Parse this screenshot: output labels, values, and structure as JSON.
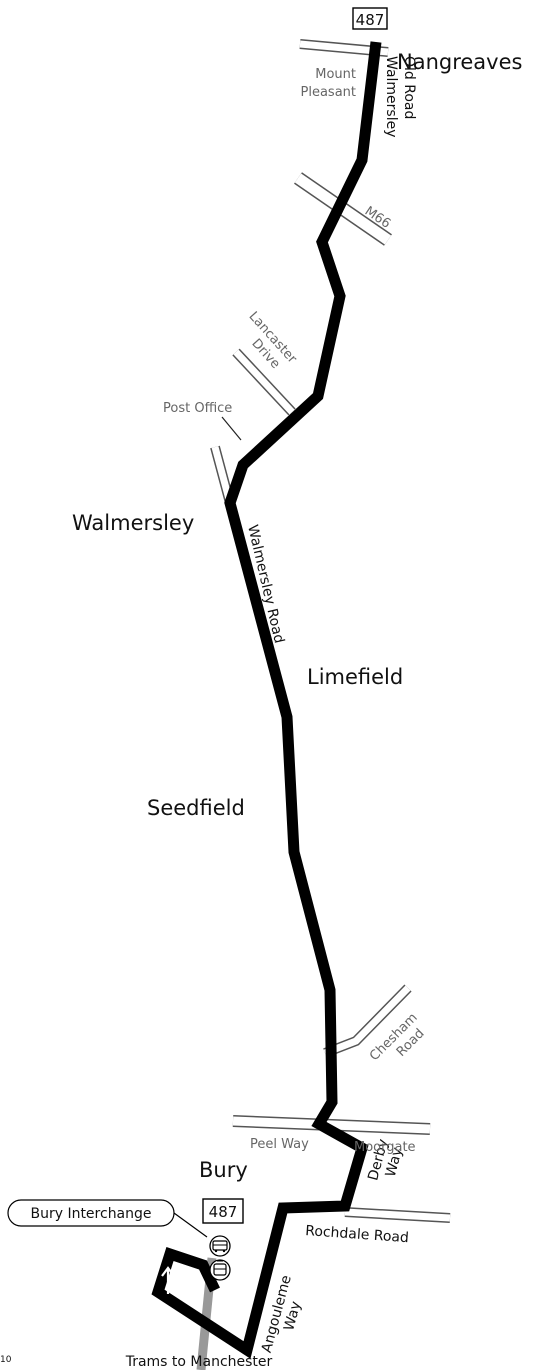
{
  "route_number": "487",
  "places": {
    "nangreaves": "Nangreaves",
    "walmersley": "Walmersley",
    "limefield": "Limefield",
    "seedfield": "Seedfield",
    "bury": "Bury"
  },
  "roads": {
    "walmersley_old_road_1": "Walmersley",
    "walmersley_old_road_2": "Old Road",
    "walmersley_road": "Walmersley Road",
    "derby_way_1": "Derby",
    "derby_way_2": "Way",
    "rochdale_road": "Rochdale Road",
    "angouleme_way_1": "Angouleme",
    "angouleme_way_2": "Way"
  },
  "minor_roads": {
    "mount_pleasant_1": "Mount",
    "mount_pleasant_2": "Pleasant",
    "m66": "M66",
    "lancaster_drive_1": "Lancaster",
    "lancaster_drive_2": "Drive",
    "post_office": "Post Office",
    "chesham_road_1": "Chesham",
    "chesham_road_2": "Road",
    "peel_way": "Peel Way",
    "moorgate": "Moorgate"
  },
  "stops": {
    "bury_interchange": "Bury Interchange",
    "trams": "Trams to Manchester"
  },
  "footer": {
    "page_fragment": "10"
  },
  "colors": {
    "route": "#000000",
    "minor_road": "#888888",
    "tram_line": "#999999"
  },
  "icons": [
    "bus-icon",
    "tram-icon",
    "direction-arrow-icon"
  ]
}
